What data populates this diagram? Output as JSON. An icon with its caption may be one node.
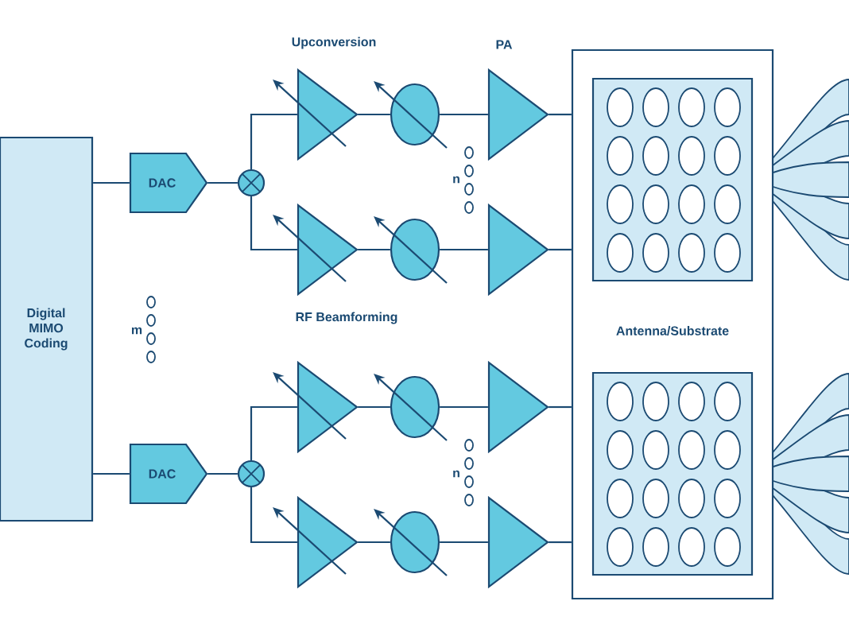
{
  "diagram": {
    "nodes": [
      {
        "text": [
          "Digital MIMO Coding"
        ]
      },
      {
        "text": [
          "DAC"
        ]
      },
      {
        "text": [
          "DAC"
        ]
      },
      {
        "text": [],
        "shape": "circle"
      },
      {
        "text": [],
        "shape": "circle"
      },
      {
        "text": [],
        "shape": "triangle"
      },
      {
        "text": [],
        "shape": "triangle"
      },
      {
        "text": [],
        "shape": "triangle"
      },
      {
        "text": [],
        "shape": "triangle"
      },
      {
        "text": [],
        "shape": "circle"
      },
      {
        "text": [],
        "shape": "circle"
      },
      {
        "text": [],
        "shape": "circle"
      },
      {
        "text": [],
        "shape": "circle"
      },
      {
        "text": [],
        "shape": "triangle"
      },
      {
        "text": [],
        "shape": "triangle"
      },
      {
        "text": [],
        "shape": "triangle"
      },
      {
        "text": [],
        "shape": "triangle"
      },
      {
        "text": [
          "Antenna/Substrate"
        ]
      },
      {
        "text": [],
        "shape": "box",
        "in": 17
      },
      {
        "text": [],
        "shape": "box",
        "in": 17
      }
    ],
    "edges": [
      {
        "from": 0,
        "to": 1,
        "arrow": "none"
      },
      {
        "from": 0,
        "to": 2,
        "arrow": "none"
      },
      {
        "from": 1,
        "to": 3,
        "arrow": "none"
      },
      {
        "from": 2,
        "to": 4,
        "arrow": "none"
      },
      {
        "from": 3,
        "to": 5,
        "arrow": "none"
      },
      {
        "from": 3,
        "to": 6,
        "arrow": "none"
      },
      {
        "from": 4,
        "to": 7,
        "arrow": "none"
      },
      {
        "from": 4,
        "to": 8,
        "arrow": "none"
      },
      {
        "from": 5,
        "to": 9,
        "arrow": "none"
      },
      {
        "from": 6,
        "to": 10,
        "arrow": "none"
      },
      {
        "from": 7,
        "to": 11,
        "arrow": "none"
      },
      {
        "from": 8,
        "to": 12,
        "arrow": "none"
      },
      {
        "from": 9,
        "to": 13,
        "arrow": "none"
      },
      {
        "from": 10,
        "to": 14,
        "arrow": "none"
      },
      {
        "from": 11,
        "to": 15,
        "arrow": "none"
      },
      {
        "from": 12,
        "to": 16,
        "arrow": "none"
      },
      {
        "from": 13,
        "to": 17,
        "arrow": "none"
      },
      {
        "from": 14,
        "to": 17,
        "arrow": "none"
      },
      {
        "from": 15,
        "to": 17,
        "arrow": "none"
      },
      {
        "from": 16,
        "to": 17,
        "arrow": "none"
      }
    ],
    "labels": [
      "Upconversion",
      "PA",
      "n",
      "RF Beamforming",
      "m",
      "n"
    ]
  }
}
